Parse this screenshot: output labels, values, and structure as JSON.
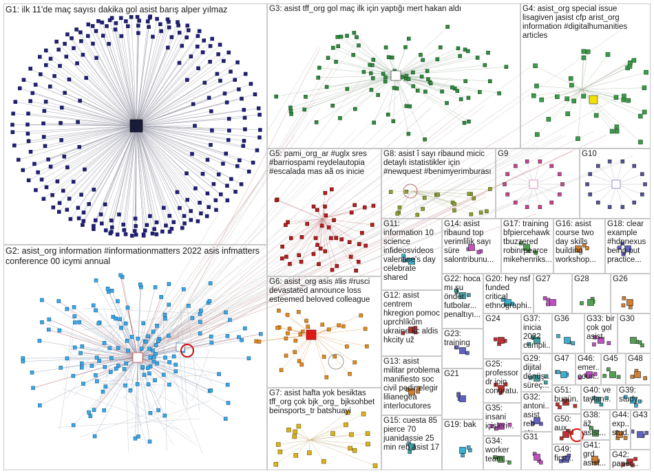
{
  "graph": {
    "groups": [
      {
        "id": "G1",
        "label": "G1: ilk 11'de maç sayısı dakika gol asist barış alper yılmaz"
      },
      {
        "id": "G2",
        "label": "G2: asist_org information #informationmatters 2022 asis infmatters conference 00 icymi annual"
      },
      {
        "id": "G3",
        "label": "G3: asist tff_org gol maç ilk için yaptığı mert hakan aldı"
      },
      {
        "id": "G4",
        "label": "G4: asist_org special issue lisagiven jasist cfp arist_org information #digitalhumanities articles"
      },
      {
        "id": "G5",
        "label": "G5: pami_org_ar #uglx sres #barriospami reydelautopia #escalada mas aã os inicie"
      },
      {
        "id": "G6",
        "label": "G6: asist_org asis #lis #rusci devastated announce loss esteemed beloved colleague"
      },
      {
        "id": "G7",
        "label": "G7: asist hafta yok besiktas tff_org çok bjk_org_ bjksohbet beinsports_tr batshuayi"
      },
      {
        "id": "G8",
        "label": "G8: asist î sayı ribaund micic detaylı istatistikler için #newquest #benimyerimburası"
      },
      {
        "id": "G9",
        "label": "G9"
      },
      {
        "id": "G10",
        "label": "G10"
      },
      {
        "id": "G11",
        "label": "G11: information 10 science infideosvideos valentine's day celebrate shared"
      },
      {
        "id": "G12",
        "label": "G12: asist centrem hkregion pomoc uprchlíkům ukraine kc aldis hkcity už"
      },
      {
        "id": "G13",
        "label": "G13: asist militar problema manifiesto soc civil pedir elegir lilianegea interlocutores"
      },
      {
        "id": "G14",
        "label": "G14: asist ribaund top verimlilik sayı süre salontribunu..."
      },
      {
        "id": "G15",
        "label": "G15: cuesta 85 pierce 70 juanidassie 25 min reb asist 17"
      },
      {
        "id": "G16",
        "label": "G16: asist course two day skills building workshop..."
      },
      {
        "id": "G17",
        "label": "G17: training bfpiercehawk tbuzzered robinrpearce mikehenriks..."
      },
      {
        "id": "G18",
        "label": "G18: clear example #hdpnexus being put practice..."
      },
      {
        "id": "G19",
        "label": "G19: bak"
      },
      {
        "id": "G20",
        "label": "G20: hey nsf funded critical ethnographi..."
      },
      {
        "id": "G21",
        "label": "G21"
      },
      {
        "id": "G22",
        "label": "G22: hoca mı şu önder futbolar... penaltıyı..."
      },
      {
        "id": "G23",
        "label": "G23: training"
      },
      {
        "id": "G24",
        "label": "G24"
      },
      {
        "id": "G25",
        "label": "G25: professor dr join congratu..."
      },
      {
        "id": "G26",
        "label": "G26"
      },
      {
        "id": "G27",
        "label": "G27"
      },
      {
        "id": "G28",
        "label": "G28"
      },
      {
        "id": "G29",
        "label": "G29: dijital dönüş... süreç..."
      },
      {
        "id": "G30",
        "label": "G30"
      },
      {
        "id": "G31",
        "label": "G31"
      },
      {
        "id": "G32",
        "label": "G32: antoni... asist reb pts..."
      },
      {
        "id": "G33",
        "label": "G33: bir çok gol asist"
      },
      {
        "id": "G34",
        "label": "G34: worker team..."
      },
      {
        "id": "G35",
        "label": "G35: insani içişleri..."
      },
      {
        "id": "G36",
        "label": "G36"
      },
      {
        "id": "G37",
        "label": "G37: inicia 2022 cumpli..."
      },
      {
        "id": "G38",
        "label": "G38: äž asist..."
      },
      {
        "id": "G39",
        "label": "G39: study..."
      },
      {
        "id": "G40",
        "label": "G40: ve taylan..."
      },
      {
        "id": "G41",
        "label": "G41: grd asist..."
      },
      {
        "id": "G42",
        "label": "G42: paper..."
      },
      {
        "id": "G43",
        "label": "G43"
      },
      {
        "id": "G44",
        "label": "G44: exp... stud..."
      },
      {
        "id": "G45",
        "label": "G45"
      },
      {
        "id": "G46",
        "label": "G46: emer... coun..."
      },
      {
        "id": "G47",
        "label": "G47"
      },
      {
        "id": "G48",
        "label": "G48"
      },
      {
        "id": "G49",
        "label": "G49: first..."
      },
      {
        "id": "G50",
        "label": "G50: aux..."
      },
      {
        "id": "G51",
        "label": "G51: bugün..."
      }
    ]
  }
}
